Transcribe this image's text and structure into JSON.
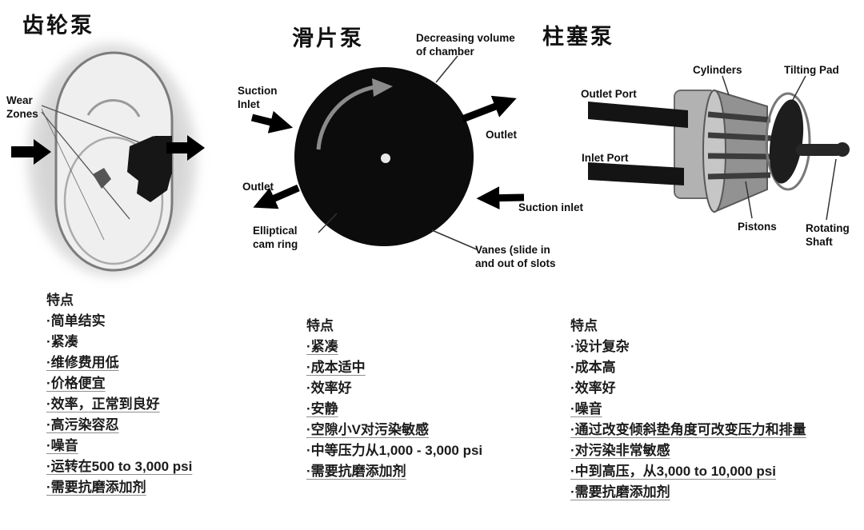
{
  "gear_pump": {
    "title": "齿轮泵",
    "labels": {
      "wear_zones": "Wear\nZones"
    },
    "features_title": "特点",
    "features": [
      "·简单结实",
      "·紧凑",
      "·维修费用低",
      "·价格便宜",
      "·效率，正常到良好",
      "·高污染容忍",
      "·噪音",
      "·运转在500 to 3,000 psi",
      "·需要抗磨添加剂"
    ]
  },
  "vane_pump": {
    "title": "滑片泵",
    "labels": {
      "decreasing_volume": "Decreasing volume\nof chamber",
      "suction_inlet_top": "Suction\nInlet",
      "outlet_right": "Outlet",
      "outlet_left": "Outlet",
      "suction_inlet_bottom": "Suction inlet",
      "elliptical_cam_ring": "Elliptical\ncam ring",
      "vanes": "Vanes (slide in\nand out of slots"
    },
    "features_title": "特点",
    "features": [
      "·紧凑",
      "·成本适中",
      "·效率好",
      "·安静",
      "·空隙小V对污染敏感",
      "·中等压力从1,000 - 3,000 psi",
      "·需要抗磨添加剂"
    ]
  },
  "piston_pump": {
    "title": "柱塞泵",
    "labels": {
      "cylinders": "Cylinders",
      "tilting_pad": "Tilting Pad",
      "outlet_port": "Outlet Port",
      "inlet_port": "Inlet Port",
      "pistons": "Pistons",
      "rotating_shaft": "Rotating\nShaft"
    },
    "features_title": "特点",
    "features": [
      "·设计复杂",
      "·成本高",
      "·效率好",
      "·噪音",
      "·通过改变倾斜垫角度可改变压力和排量",
      "·对污染非常敏感",
      "·中到高压，从3,000 to 10,000 psi",
      "·需要抗磨添加剂"
    ]
  }
}
